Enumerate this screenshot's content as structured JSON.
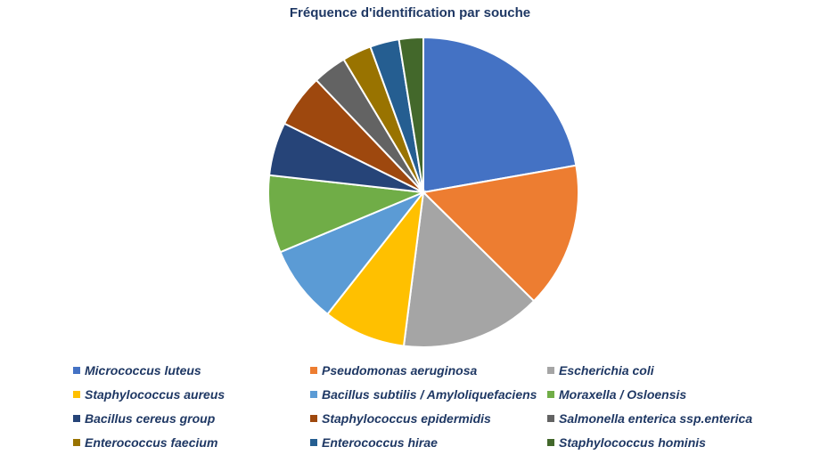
{
  "chart_data": {
    "type": "pie",
    "title": "Fréquence d'identification par souche",
    "legend_position": "bottom",
    "categories": [
      "Micrococcus luteus",
      "Pseudomonas aeruginosa",
      "Escherichia coli",
      "Staphylococcus aureus",
      "Bacillus subtilis / Amyloliquefaciens",
      "Moraxella / Osloensis",
      "Bacillus cereus group",
      "Staphylococcus epidermidis",
      "Salmonella enterica ssp.enterica",
      "Enterococcus faecium",
      "Enterococcus hirae",
      "Staphylococcus hominis"
    ],
    "values": [
      22,
      15,
      14.5,
      8.5,
      8,
      8,
      5.5,
      5.5,
      3.5,
      3,
      3,
      2.5
    ],
    "colors": [
      "#4472c4",
      "#ed7d31",
      "#a5a5a5",
      "#ffc000",
      "#5b9bd5",
      "#70ad47",
      "#264478",
      "#9e480e",
      "#636363",
      "#997300",
      "#255e91",
      "#43682b"
    ]
  }
}
